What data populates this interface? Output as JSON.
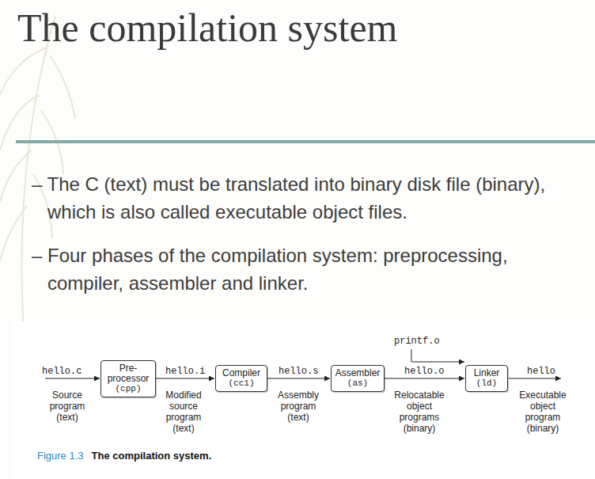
{
  "diagram": {
    "caption": "The compilation system.",
    "nodes": [
      {
        "text": [
          "Pre- processor",
          "(cpp)"
        ]
      },
      {
        "text": [
          "Compiler",
          "(cc1)"
        ]
      },
      {
        "text": [
          "Assembler",
          "(as)"
        ]
      },
      {
        "text": [
          "Linker",
          "(ld)"
        ]
      }
    ],
    "edges": [
      {
        "from": 0,
        "to": 1,
        "label": "hello.i",
        "arrow": "to"
      },
      {
        "from": 1,
        "to": 2,
        "label": "hello.s",
        "arrow": "to"
      },
      {
        "from": 2,
        "to": 3,
        "label": "hello.o",
        "arrow": "to"
      }
    ],
    "labels": [
      "The compilation system",
      "– The C (text) must be translated into binary disk file (binary), which is also called executable object files.",
      "– Four phases of the compilation system: preprocessing, compiler, assembler and linker.",
      "hello.c",
      "Source program (text)",
      "Modified source program (text)",
      "Assembly program (text)",
      "printf.o",
      "Relocatable object programs (binary)",
      "hello",
      "Executable object program (binary)",
      "Figure 1.3"
    ]
  }
}
